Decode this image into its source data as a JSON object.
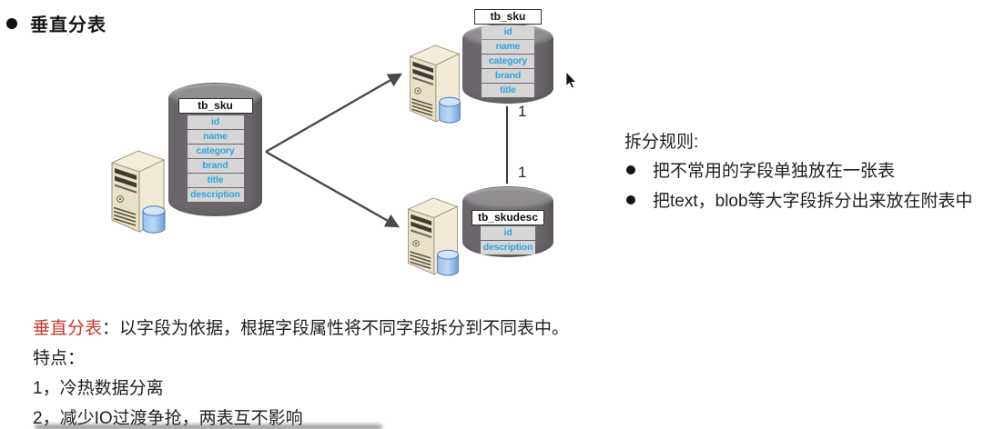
{
  "title": "垂直分表",
  "diagram": {
    "db_main": {
      "name": "tb_sku",
      "fields": [
        "id",
        "name",
        "category",
        "brand",
        "title",
        "description"
      ]
    },
    "db_top": {
      "name": "tb_sku",
      "fields": [
        "id",
        "name",
        "category",
        "brand",
        "title"
      ]
    },
    "db_bottom": {
      "name": "tb_skudesc",
      "fields": [
        "id",
        "description"
      ]
    },
    "relation": {
      "top_label": "1",
      "bottom_label": "1"
    }
  },
  "rules": {
    "heading": "拆分规则:",
    "items": [
      "把不常用的字段单独放在一张表",
      "把text，blob等大字段拆分出来放在附表中"
    ]
  },
  "notes": {
    "term": "垂直分表",
    "term_colon": "：",
    "definition": "以字段为依据，根据字段属性将不同字段拆分到不同表中。",
    "features_heading": "特点：",
    "features": [
      "1，冷热数据分离",
      "2，减少IO过渡争抢，两表互不影响"
    ]
  },
  "icons": {
    "server": "server-tower-icon",
    "database": "database-cylinder-icon",
    "cursor": "mouse-cursor-icon"
  },
  "colors": {
    "term_red": "#c5392e",
    "field_blue": "#2fa3dc",
    "cylinder_gray": "#6b666b",
    "arrow_gray": "#4a4a4a"
  }
}
